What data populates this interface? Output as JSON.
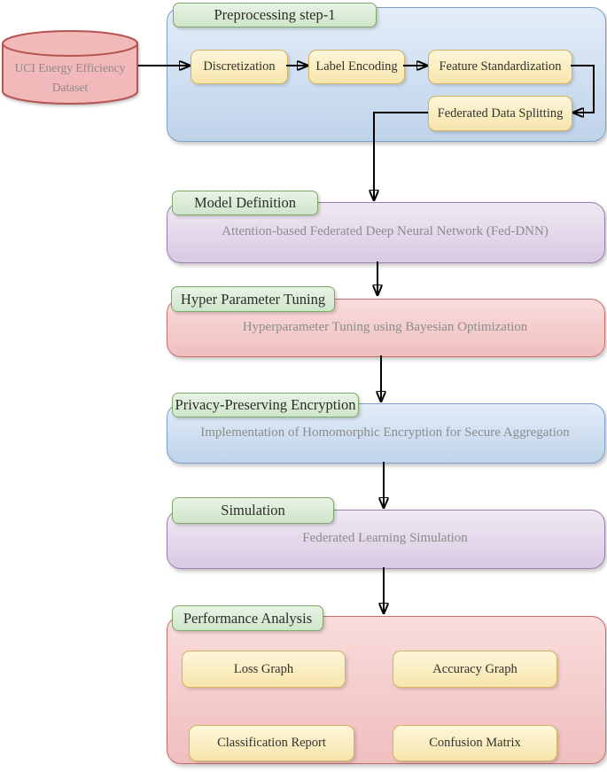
{
  "diagram": {
    "dataset": {
      "line1": "UCI Energy Efficiency",
      "line2": "Dataset"
    },
    "preprocessing": {
      "tab": "Preprocessing step-1",
      "steps": [
        "Discretization",
        "Label Encoding",
        "Feature Standardization",
        "Federated Data Splitting"
      ]
    },
    "model_definition": {
      "tab": "Model Definition",
      "body": "Attention-based Federated Deep Neural Network (Fed-DNN)"
    },
    "hyperparameter_tuning": {
      "tab": "Hyper Parameter Tuning",
      "body": "Hyperparameter Tuning using Bayesian Optimization"
    },
    "privacy_encryption": {
      "tab": "Privacy-Preserving Encryption",
      "body": "Implementation of Homomorphic Encryption for Secure Aggregation"
    },
    "simulation": {
      "tab": "Simulation",
      "body": "Federated Learning Simulation"
    },
    "performance_analysis": {
      "tab": "Performance Analysis",
      "outputs": [
        "Loss Graph",
        "Accuracy Graph",
        "Classification Report",
        "Confusion Matrix"
      ]
    }
  },
  "colors": {
    "tab-fill-top": "#e9f4e6",
    "tab-fill-bottom": "#cfe5ca",
    "tab-border": "#7cab63",
    "blue-fill-top": "#e3edf8",
    "blue-fill-bottom": "#bfd3ea",
    "blue-border": "#7da0c9",
    "purple-fill-top": "#efe9f3",
    "purple-fill-bottom": "#d9c9e2",
    "purple-border": "#9a7fae",
    "red-fill-top": "#f9dcdc",
    "red-fill-bottom": "#efbfbe",
    "red-border": "#c5706d",
    "yellow-fill-top": "#fdf6d9",
    "yellow-fill-bottom": "#f6e5ac",
    "yellow-border": "#d5b25f",
    "cylinder-fill": "#f1b9b9",
    "cylinder-border": "#b85450",
    "arrow": "#000000",
    "body-text": "#8c8c8c",
    "label-text": "#33332e"
  }
}
